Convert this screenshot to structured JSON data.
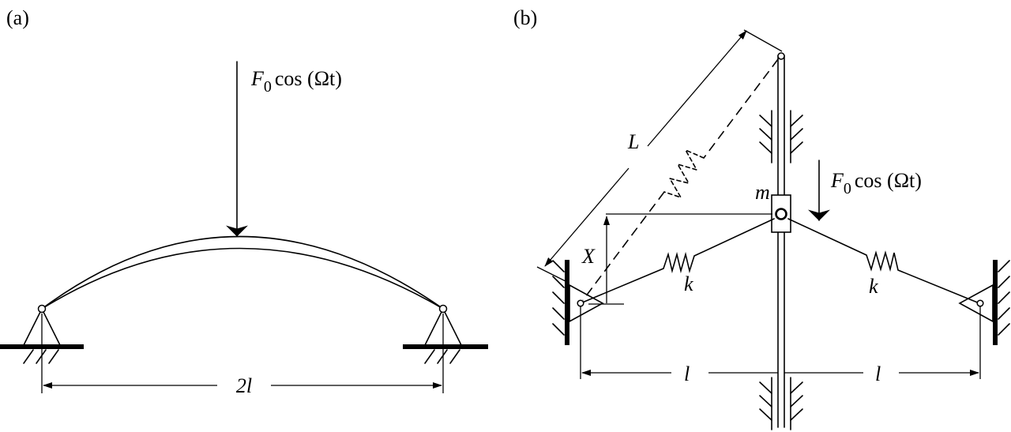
{
  "panel_a": {
    "label": "(a)",
    "force_label": {
      "symbol": "F",
      "subscript": "0",
      "rest": "cos (Ωt)"
    },
    "span_label": "2l"
  },
  "panel_b": {
    "label": "(b)",
    "length_label": "L",
    "mass_label": "m",
    "force_label": {
      "symbol": "F",
      "subscript": "0",
      "rest": "cos (Ωt)"
    },
    "displacement_label": "X",
    "spring_left_label": "k",
    "spring_right_label": "k",
    "half_span_left_label": "l",
    "half_span_right_label": "l"
  }
}
